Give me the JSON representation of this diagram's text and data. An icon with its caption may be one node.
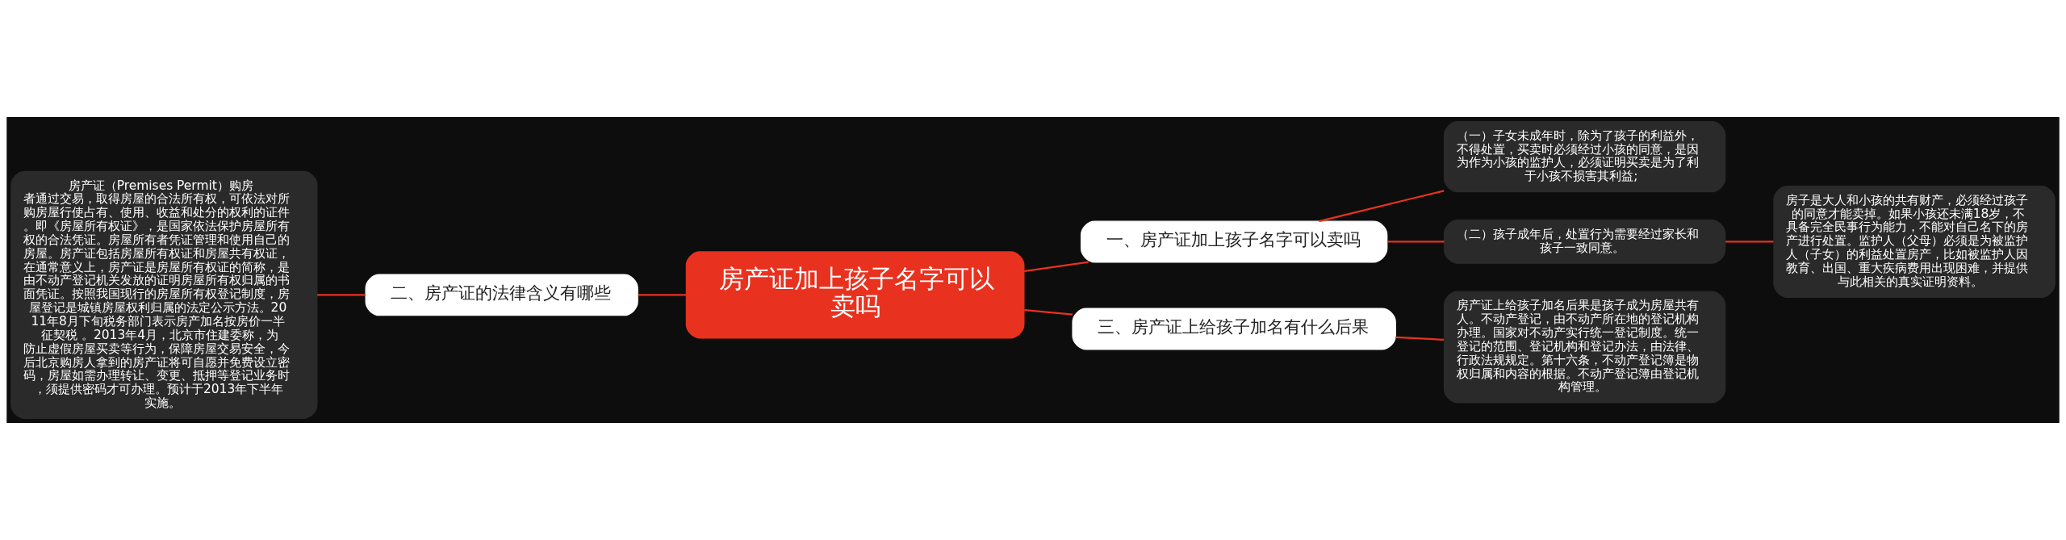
{
  "diagram": {
    "nodes": [
      {
        "text": [
          "房产证加上孩子名字可以卖吗"
        ]
      },
      {
        "text": [
          "一、房产证加上孩子名字可以卖吗"
        ]
      },
      {
        "text": [
          "（一）子女未成年时，除为了孩子的利益外，不得处置，买卖时必须经过小孩的同意，是因为作为小孩的监护人，必须证明买卖是为了利于小孩不损害其利益;"
        ]
      },
      {
        "text": [
          "（二）孩子成年后，处置行为需要经过家长和孩子一致同意。"
        ]
      },
      {
        "text": [
          "房子是大人和小孩的共有财产，必须经过孩子的同意才能卖掉。如果小孩还未满18岁，不具备完全民事行为能力，不能对自己名下的房产进行处置。监护人（父母）必须是为被监护人（子女）的利益处置房产，比如被监护人因教育、出国、重大疾病费用出现困难，并提供与此相关的真实证明资料。"
        ]
      },
      {
        "text": [
          "二、房产证的法律含义有哪些"
        ]
      },
      {
        "text": [
          "房产证（Premises Permit）购房者通过交易，取得房屋的合法所有权，可依法对所购房屋行使占有、使用、收益和处分的权利的证件。即《房屋所有权证》，是国家依法保护房屋所有权的合法凭证。房屋所有者凭证管理和使用自己的房屋。房产证包括房屋所有权证和房屋共有权证，在通常意义上，房产证是房屋所有权证的简称，是由不动产登记机关发放的证明房屋所有权归属的书面凭证。按照我国现行的房屋所有权登记制度，房屋登记是城镇房屋权利归属的法定公示方法。2011年8月下旬税务部门表示房产加名按房价一半征契税 。2013年4月，北京市住建委称，为防止虚假房屋买卖等行为，保障房屋交易安全，今后北京购房人拿到的房产证将可自愿并免费设立密码，房屋如需办理转让、变更、抵押等登记业务时，须提供密码才可办理。预计于2013年下半年实施。"
        ]
      },
      {
        "text": [
          "三、房产证上给孩子加名有什么后果"
        ]
      },
      {
        "text": [
          "房产证上给孩子加名后果是孩子成为房屋共有人。不动产登记，由不动产所在地的登记机构办理。国家对不动产实行统一登记制度。统一登记的范围、登记机构和登记办法，由法律、行政法规规定。第十六条，不动产登记簿是物权归属和内容的根据。不动产登记簿由登记机构管理。"
        ]
      }
    ],
    "edges": [
      {
        "from": 0,
        "to": 1,
        "arrow": "none"
      },
      {
        "from": 1,
        "to": 2,
        "arrow": "none"
      },
      {
        "from": 1,
        "to": 3,
        "arrow": "none"
      },
      {
        "from": 3,
        "to": 4,
        "arrow": "none"
      },
      {
        "from": 0,
        "to": 5,
        "arrow": "none"
      },
      {
        "from": 5,
        "to": 6,
        "arrow": "none"
      },
      {
        "from": 0,
        "to": 7,
        "arrow": "none"
      },
      {
        "from": 7,
        "to": 8,
        "arrow": "none"
      }
    ]
  }
}
